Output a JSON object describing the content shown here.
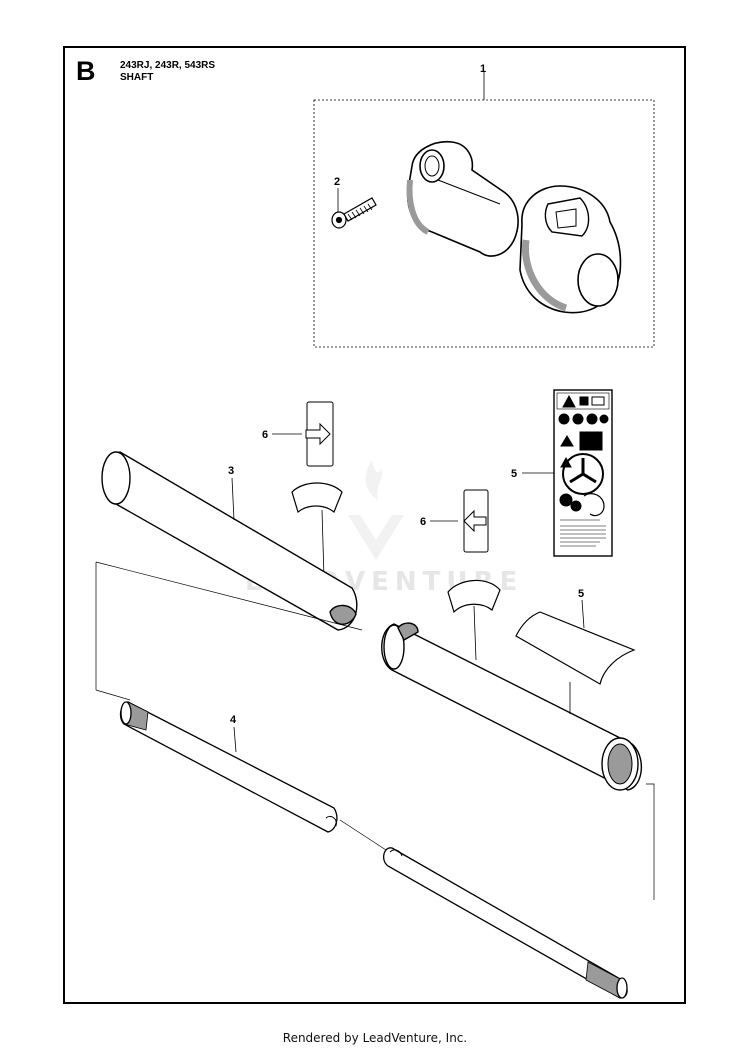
{
  "header": {
    "section_letter": "B",
    "models": "243RJ, 243R, 543RS",
    "title": "SHAFT"
  },
  "callouts": {
    "c1": "1",
    "c2": "2",
    "c3": "3",
    "c4": "4",
    "c5a": "5",
    "c5b": "5",
    "c6a": "6",
    "c6b": "6"
  },
  "watermark": "LEADVENTURE",
  "footer": "Rendered by LeadVenture, Inc.",
  "colors": {
    "line": "#000000",
    "part_fill": "#ffffff",
    "shade": "#9a9a9a",
    "watermark": "#e6e6e6"
  }
}
